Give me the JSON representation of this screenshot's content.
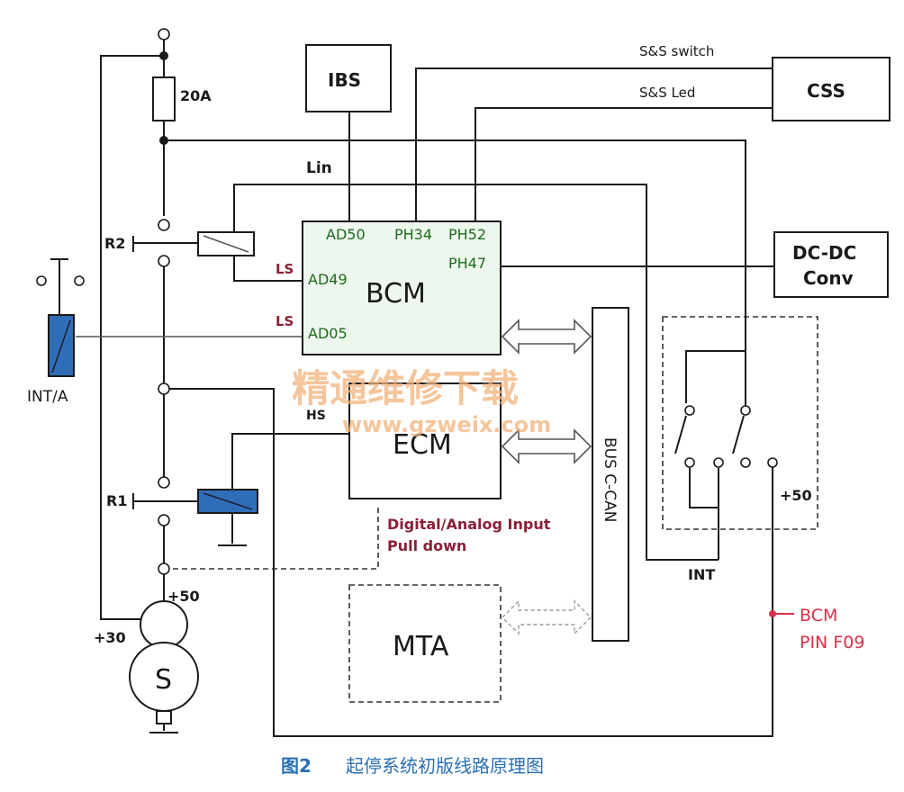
{
  "components": {
    "ibs": "IBS",
    "css": "CSS",
    "bcm": "BCM",
    "ecm": "ECM",
    "mta": "MTA",
    "dcdc_line1": "DC-DC",
    "dcdc_line2": "Conv",
    "starter": "S",
    "bus": "BUS C-CAN"
  },
  "signals": {
    "ss_switch": "S&S switch",
    "ss_led": "S&S Led",
    "lin": "Lin",
    "fuse": "20A",
    "relay2": "R2",
    "relay1": "R1",
    "int_a": "INT/A",
    "int": "INT",
    "plus50_starter": "+50",
    "plus30": "+30",
    "plus50_switch": "+50",
    "hs": "HS",
    "digital_analog_line1": "Digital/Analog Input",
    "digital_analog_line2": "Pull down",
    "bcm_pin_line1": "BCM",
    "bcm_pin_line2": "PIN F09"
  },
  "bcm_pins": {
    "ad50": "AD50",
    "ph34": "PH34",
    "ph52": "PH52",
    "ph47": "PH47",
    "ad49": "AD49",
    "ad05": "AD05",
    "ls1": "LS",
    "ls2": "LS"
  },
  "watermark": {
    "line1": "精通维修下载",
    "line2": "www.gzweix.com"
  },
  "caption": {
    "number": "图2",
    "title": "起停系统初版线路原理图"
  },
  "colors": {
    "bcm_fill": "#eef7ee",
    "relay_coil": "#2f6db8",
    "caption": "#2b6fb6",
    "pin_green": "#1c6a1c",
    "bcm_pin_ref": "#d8304a"
  }
}
